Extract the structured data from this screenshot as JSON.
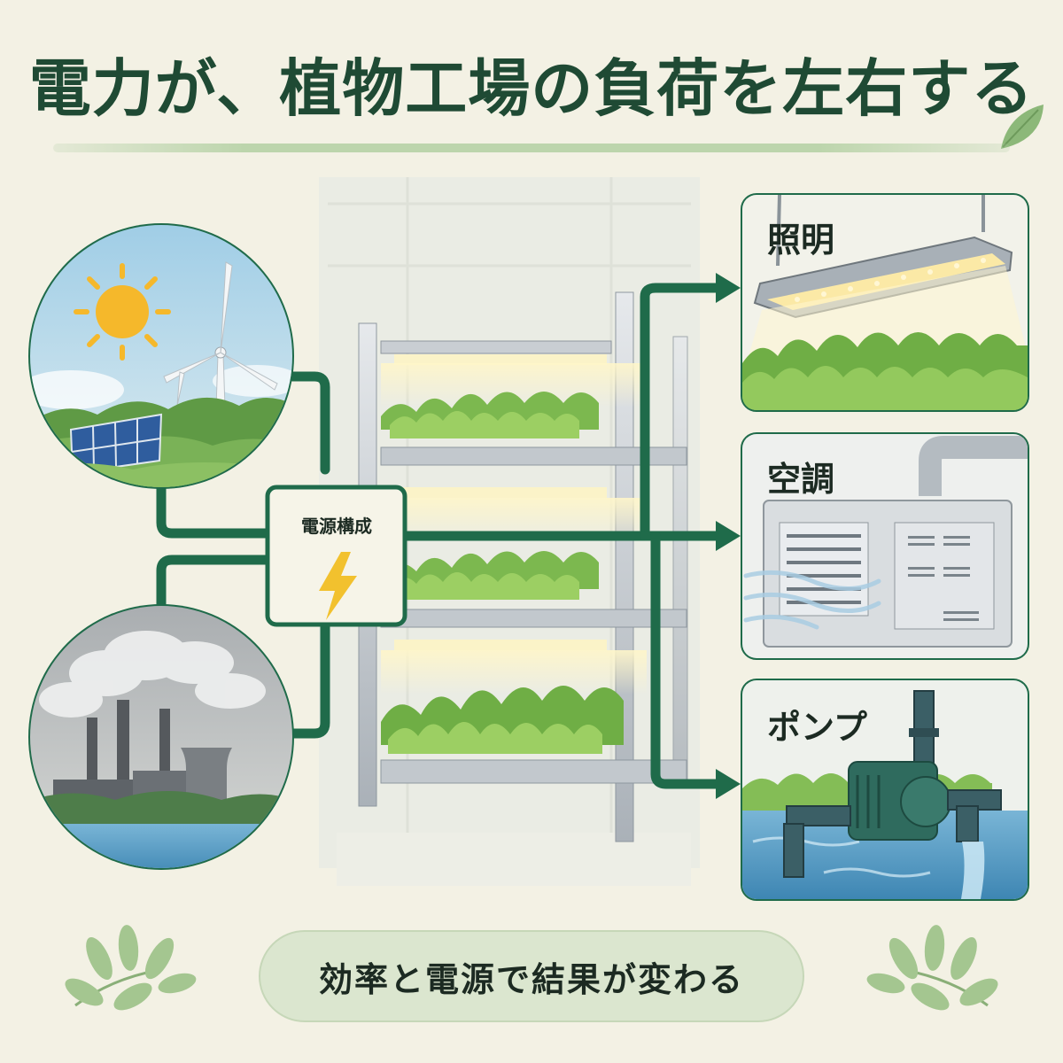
{
  "title": "電力が、植物工場の負荷を左右する",
  "source_box": {
    "label": "電源構成",
    "icon": "lightning-bolt-icon"
  },
  "sources": [
    {
      "name": "renewable",
      "icon": "sun-wind-solar-scene"
    },
    {
      "name": "thermal",
      "icon": "power-plant-scene"
    }
  ],
  "loads": [
    {
      "label": "照明",
      "icon": "grow-light-icon"
    },
    {
      "label": "空調",
      "icon": "air-conditioner-icon"
    },
    {
      "label": "ポンプ",
      "icon": "water-pump-icon"
    }
  ],
  "footer": "効率と電源で結果が変わる",
  "colors": {
    "accent": "#1f6b4a",
    "title": "#1f4a34",
    "background": "#f3f1e4",
    "bolt": "#f2c12e"
  }
}
